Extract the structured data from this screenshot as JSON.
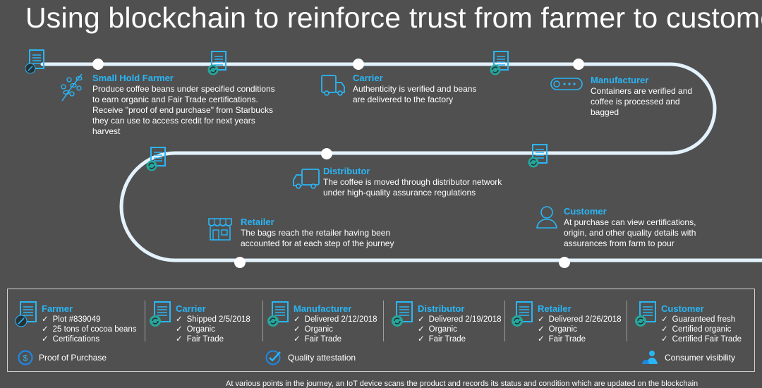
{
  "title": "Using blockchain to reinforce trust from farmer to customer",
  "colors": {
    "background": "#505050",
    "accent": "#29b6f6",
    "track": "#e3f2fd",
    "badge_green": "#26a69a"
  },
  "stages": [
    {
      "name": "Small Hold Farmer",
      "desc": "Produce coffee beans under specified conditions to earn organic and Fair Trade certifications. Receive \"proof of end purchase\" from Starbucks they can use to access credit for next years harvest",
      "icon": "coffee-plant-icon"
    },
    {
      "name": "Carrier",
      "desc": "Authenticity is verified and beans are delivered to the factory",
      "icon": "truck-icon"
    },
    {
      "name": "Manufacturer",
      "desc": "Containers are verified and coffee is processed and bagged",
      "icon": "conveyor-icon"
    },
    {
      "name": "Distributor",
      "desc": "The coffee is moved through distributor network under high-quality assurance regulations",
      "icon": "delivery-truck-icon"
    },
    {
      "name": "Retailer",
      "desc": "The bags reach the retailer having been accounted for at each step of the journey",
      "icon": "store-icon"
    },
    {
      "name": "Customer",
      "desc": "At purchase can view certifications, origin, and other quality details with assurances from farm to pour",
      "icon": "person-icon"
    }
  ],
  "records": [
    {
      "title": "Farmer",
      "items": [
        "Plot #839049",
        "25 tons of cocoa beans",
        "Certifications"
      ],
      "badge": "pen-badge-icon"
    },
    {
      "title": "Carrier",
      "items": [
        "Shipped 2/5/2018",
        "Organic",
        "Fair Trade"
      ],
      "badge": "sync-badge-icon"
    },
    {
      "title": "Manufacturer",
      "items": [
        "Delivered 2/12/2018",
        "Organic",
        "Fair Trade"
      ],
      "badge": "sync-badge-icon"
    },
    {
      "title": "Distributor",
      "items": [
        "Delivered 2/19/2018",
        "Organic",
        "Fair Trade"
      ],
      "badge": "sync-badge-icon"
    },
    {
      "title": "Retailer",
      "items": [
        "Delivered 2/26/2018",
        "Organic",
        "Fair Trade"
      ],
      "badge": "sync-badge-icon"
    },
    {
      "title": "Customer",
      "items": [
        "Guaranteed fresh",
        "Certified organic",
        "Certified Fair Trade"
      ],
      "badge": "sync-badge-icon"
    }
  ],
  "legend": {
    "proof": "Proof of Purchase",
    "quality": "Quality attestation",
    "visibility": "Consumer visibility"
  },
  "footnote": "At various points in the journey, an IoT device scans the product and records its status and condition which are updated on the blockchain"
}
